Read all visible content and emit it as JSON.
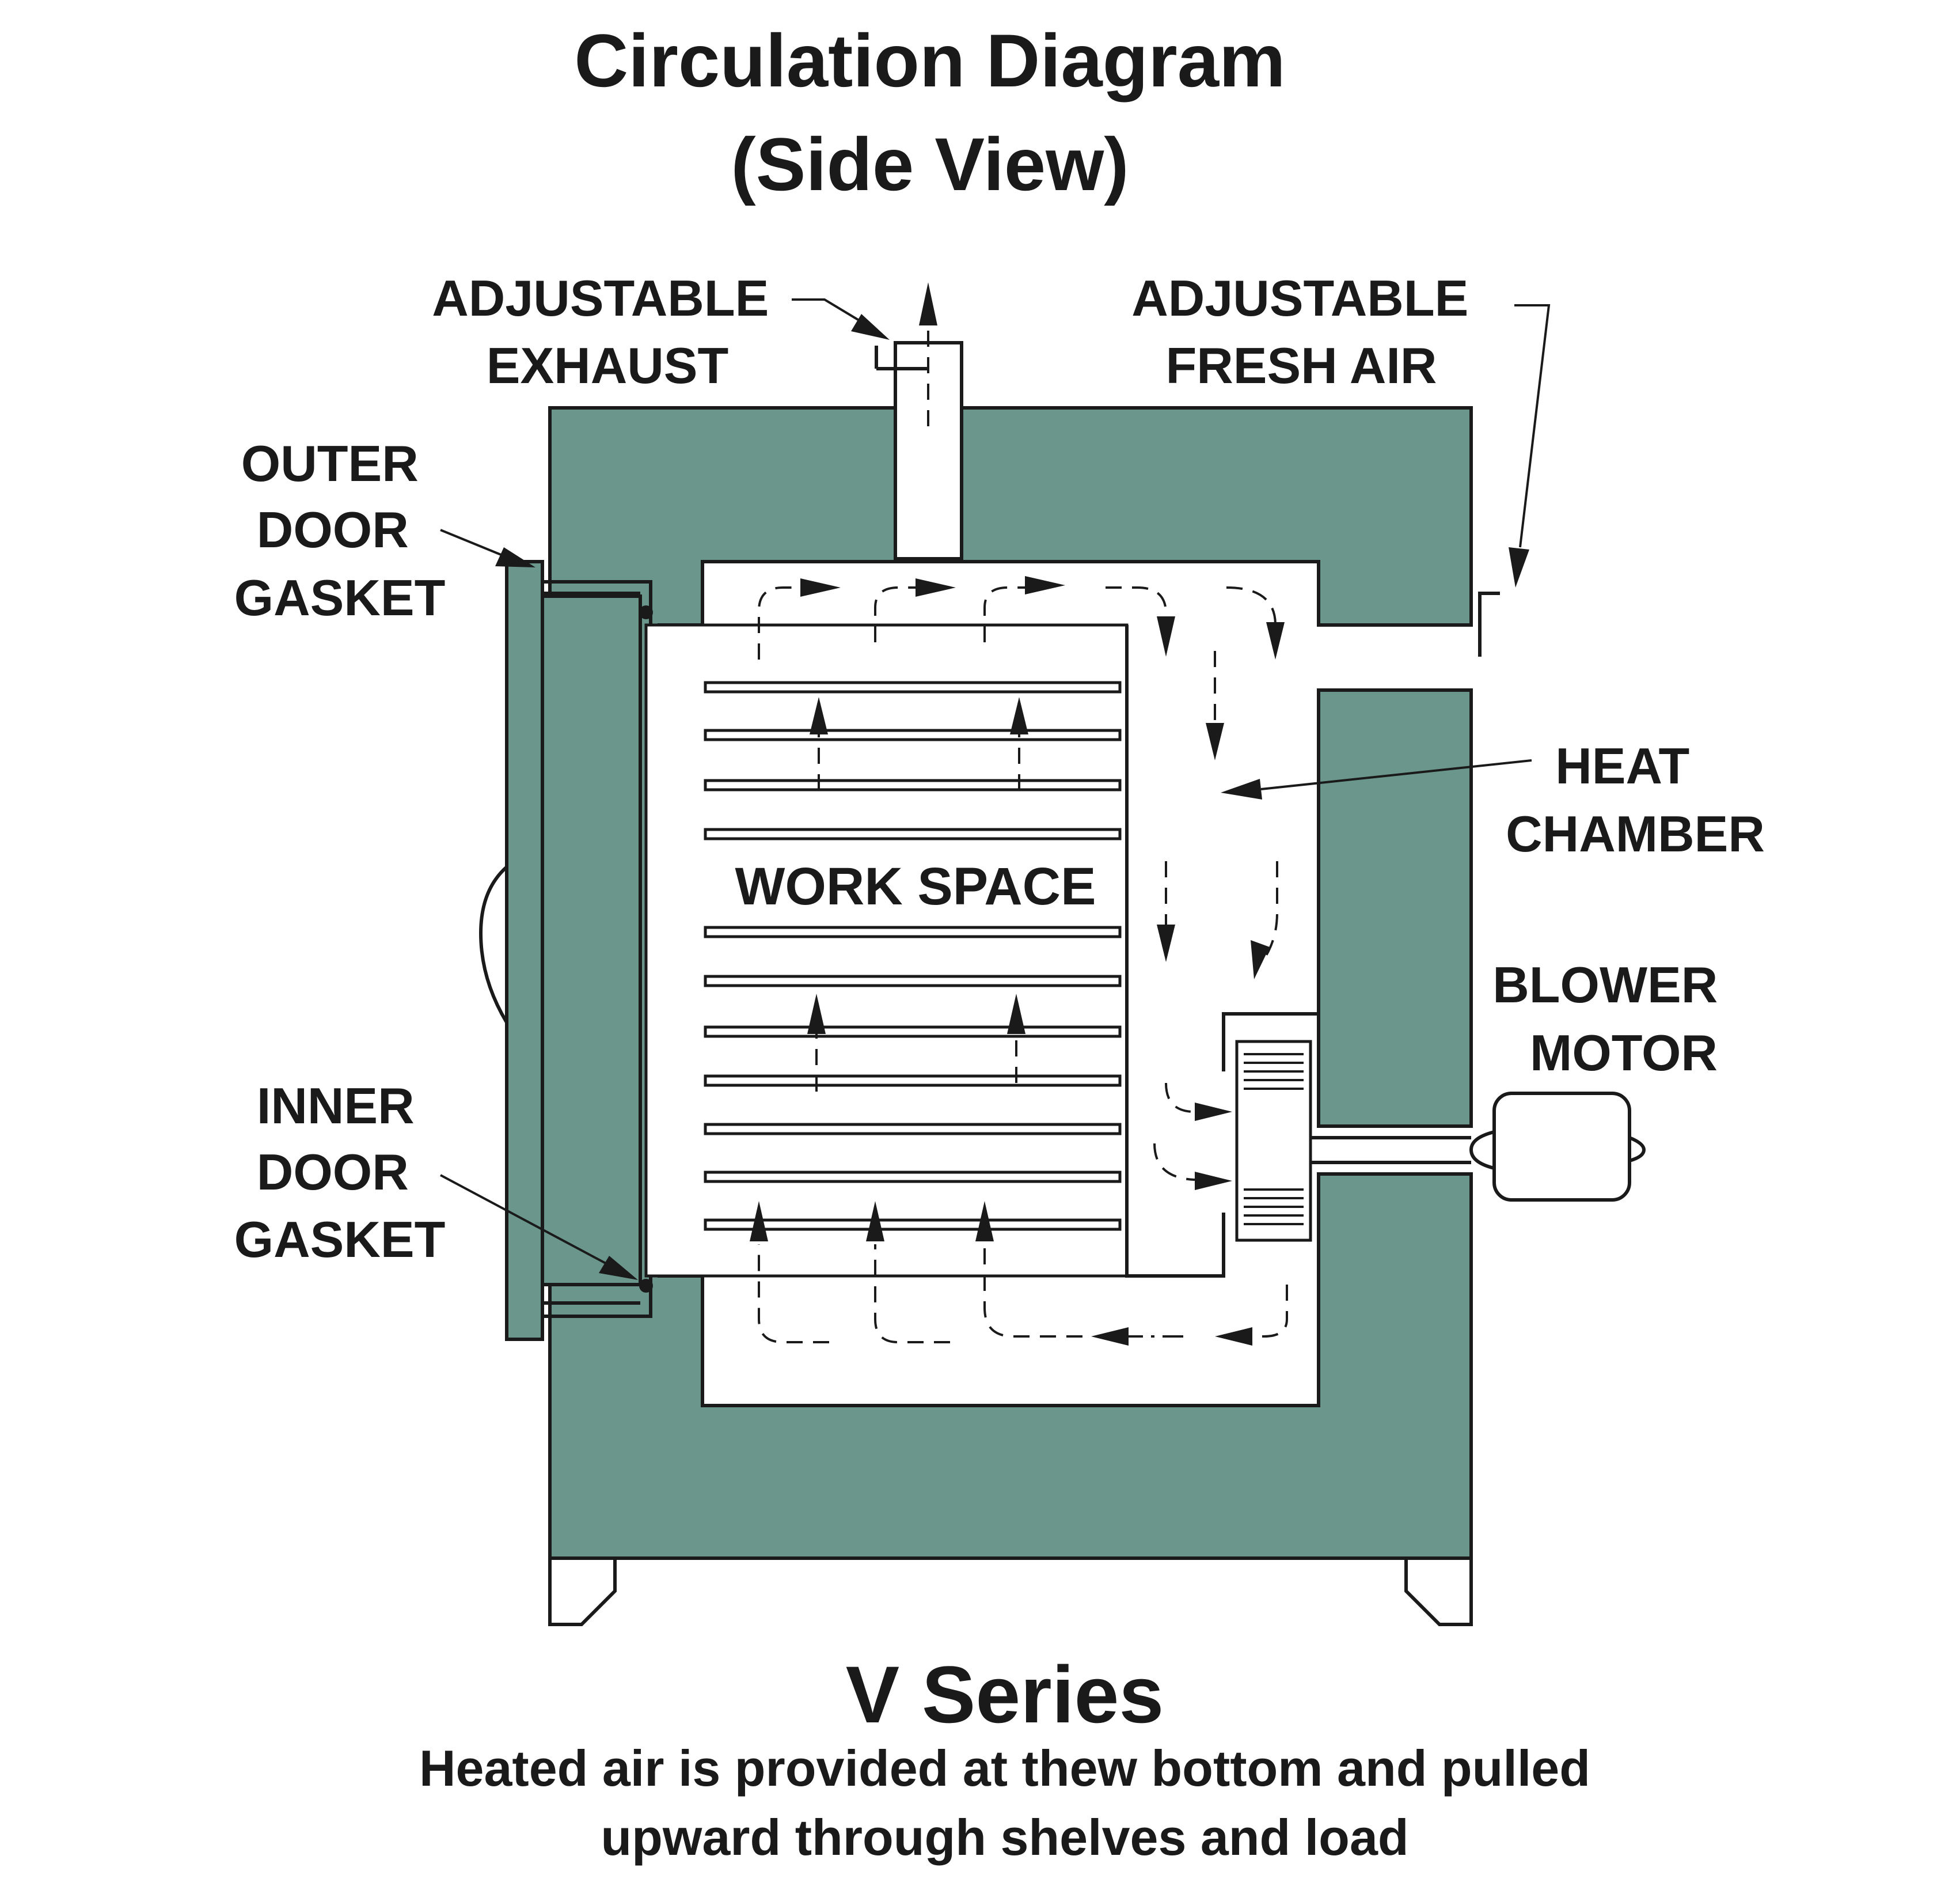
{
  "title": "Circulation Diagram",
  "subtitle": "(Side View)",
  "series_title": "V Series",
  "caption": {
    "line1": "Heated air is provided at thew bottom and pulled",
    "line2": "upward through shelves and load"
  },
  "labels": {
    "adjustable_exhaust": [
      "ADJUSTABLE",
      "EXHAUST"
    ],
    "adjustable_fresh_air": [
      "ADJUSTABLE",
      "FRESH AIR"
    ],
    "outer_door_gasket": [
      "OUTER",
      "DOOR",
      "GASKET"
    ],
    "inner_door_gasket": [
      "INNER",
      "DOOR",
      "GASKET"
    ],
    "heat_chamber": [
      "HEAT",
      "CHAMBER"
    ],
    "blower_motor": [
      "BLOWER",
      "MOTOR"
    ],
    "work_space": "WORK SPACE"
  },
  "colors": {
    "insulation": "#6a968b",
    "ink": "#1a1a1a",
    "background": "#ffffff"
  }
}
